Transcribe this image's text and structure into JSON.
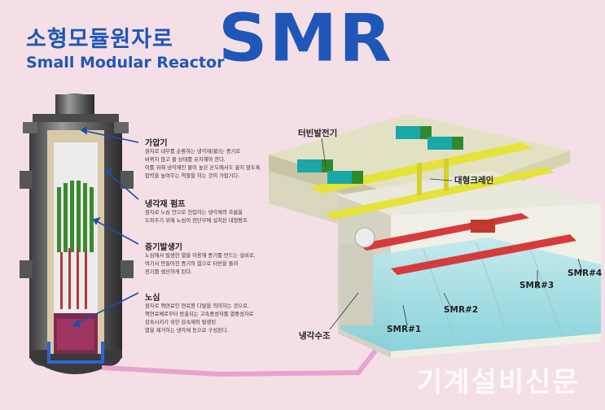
{
  "header": {
    "title_ko": "소형모듈원자로",
    "title_en": "Small Modular Reactor",
    "title_big": "SMR"
  },
  "callouts": [
    {
      "title": "가압기",
      "lines": [
        "원자로 내부를 순환하는 냉각재(물)는 증기로",
        "바뀌지 않고 물 상태를 유지해야 한다.",
        "이를 위해 냉각재인 물이 높은 온도에서도 끓지 않도록",
        "압력을 높여주는 역할을 하는 것이 가압기다."
      ]
    },
    {
      "title": "냉각재 펌프",
      "lines": [
        "원자로 노심 안으로 진입하는 냉각재의 흐름을",
        "도와주기 위해 노심이 전단부에 설치된 대형펌프"
      ]
    },
    {
      "title": "증기발생기",
      "lines": [
        "노심에서 발생한 열을 이용해 증기를 만드는 설비로,",
        "여기서 만들어진 증기의 힘으로 터빈을 돌려",
        "전기를 생산하게 된다."
      ]
    },
    {
      "title": "노심",
      "lines": [
        "원자로 핵연료인 연료봉 다발을 의미하는 것으로,",
        "핵연료체로부터 방출되는 고속중성자를 열중성자로",
        "감속시키기 위한 감속재와 발생된",
        "열을 제거하는 냉각재 등으로 구성된다."
      ]
    }
  ],
  "labels": {
    "turbine": "터빈발전기",
    "crane": "대형크레인",
    "pool": "냉각수조",
    "smr1": "SMR#1",
    "smr2": "SMR#2",
    "smr3": "SMR#3",
    "smr4": "SMR#4"
  },
  "watermark": "기계설비신문"
}
